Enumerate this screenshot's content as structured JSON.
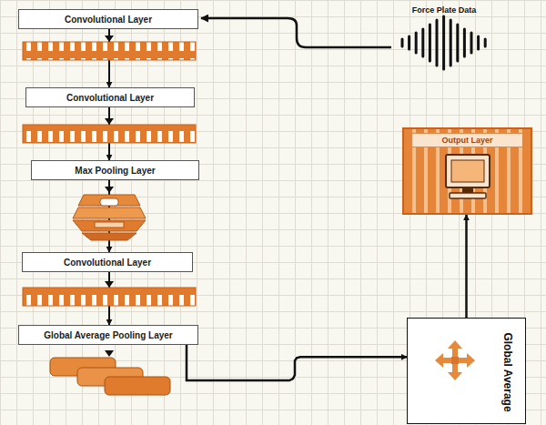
{
  "diagram": {
    "nodes": [
      {
        "text": [
          "Convolutional Layer"
        ]
      },
      {
        "text": [
          "Convolutional Layer"
        ]
      },
      {
        "text": [
          "Max Pooling Layer"
        ]
      },
      {
        "text": [
          "Convolutional Layer"
        ]
      },
      {
        "text": [
          "Global Average Pooling Layer"
        ]
      },
      {
        "text": [
          "Output Layer"
        ]
      },
      {
        "text": [
          "Global Average"
        ]
      }
    ],
    "edges": [
      {
        "from": 0,
        "to": 1,
        "arrow": "to"
      },
      {
        "from": 1,
        "to": 2,
        "arrow": "to"
      },
      {
        "from": 2,
        "to": 3,
        "arrow": "to"
      },
      {
        "from": 3,
        "to": 4,
        "arrow": "to"
      },
      {
        "from": 4,
        "to": 6,
        "arrow": "to"
      },
      {
        "from": 6,
        "to": 5,
        "arrow": "to"
      }
    ],
    "labels": [
      "Force Plate Data"
    ]
  }
}
